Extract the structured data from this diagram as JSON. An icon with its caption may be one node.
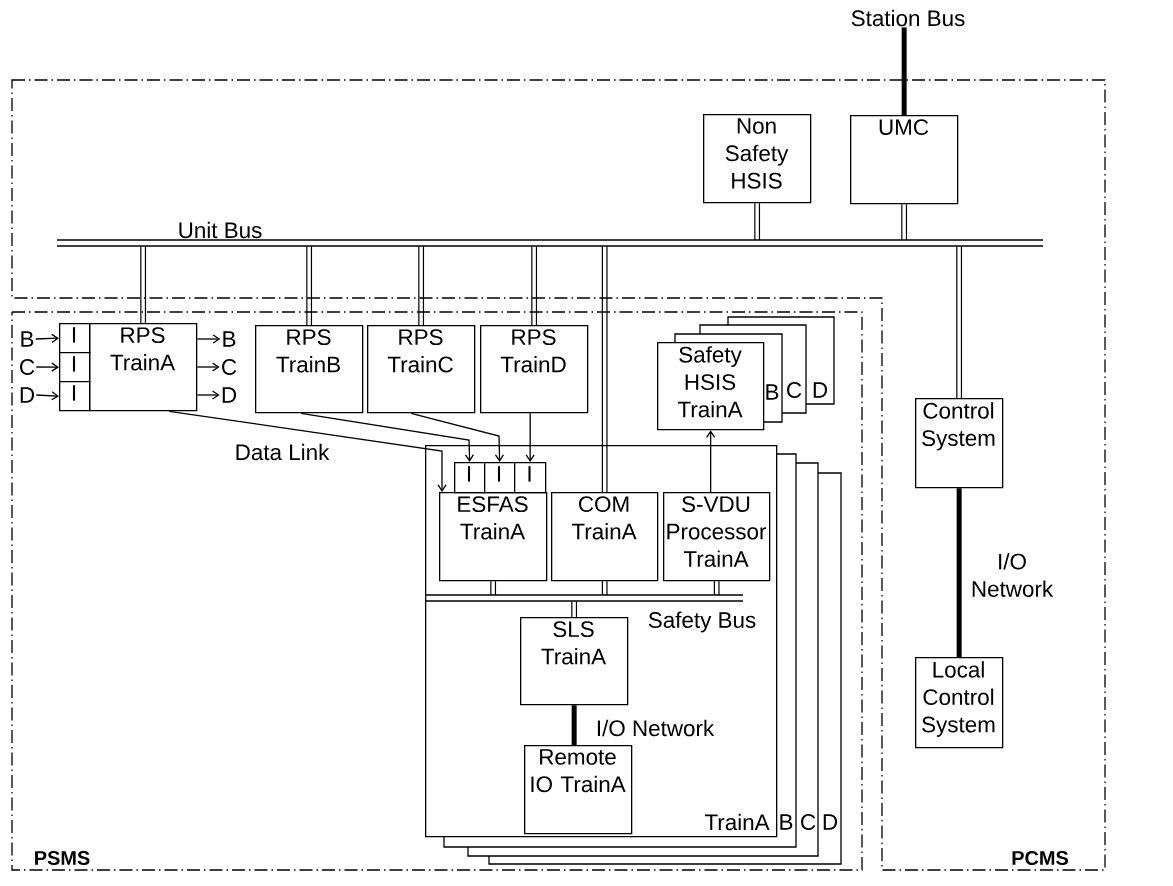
{
  "diagram": {
    "nodes": [
      {
        "text": [
          "Station Bus"
        ]
      },
      {
        "text": [
          "PCMS"
        ]
      },
      {
        "text": [
          "Non Safety HSIS"
        ],
        "in": 1
      },
      {
        "text": [
          "UMC"
        ],
        "in": 1
      },
      {
        "text": [
          "Unit Bus"
        ],
        "in": 1
      },
      {
        "text": [
          "Control System"
        ],
        "in": 1
      },
      {
        "text": [
          "Local Control System"
        ],
        "in": 1
      },
      {
        "text": [
          "PSMS"
        ]
      },
      {
        "text": [
          "RPS TrainA"
        ],
        "in": 7
      },
      {
        "text": [
          "I"
        ],
        "in": 7
      },
      {
        "text": [
          "I"
        ],
        "in": 7
      },
      {
        "text": [
          "I"
        ],
        "in": 7
      },
      {
        "text": [
          "B"
        ],
        "in": 7
      },
      {
        "text": [
          "C"
        ],
        "in": 7
      },
      {
        "text": [
          "D"
        ],
        "in": 7
      },
      {
        "text": [
          "B"
        ],
        "in": 7
      },
      {
        "text": [
          "C"
        ],
        "in": 7
      },
      {
        "text": [
          "D"
        ],
        "in": 7
      },
      {
        "text": [
          "RPS TrainB"
        ],
        "in": 7
      },
      {
        "text": [
          "RPS TrainC"
        ],
        "in": 7
      },
      {
        "text": [
          "RPS TrainD"
        ],
        "in": 7
      },
      {
        "text": [
          "Safety HSIS TrainA"
        ],
        "in": 7
      },
      {
        "text": [
          "B"
        ],
        "in": 7
      },
      {
        "text": [
          "C"
        ],
        "in": 7
      },
      {
        "text": [
          "D"
        ],
        "in": 7
      },
      {
        "text": [
          "TrainA"
        ],
        "in": 7
      },
      {
        "text": [
          "B"
        ],
        "in": 7
      },
      {
        "text": [
          "C"
        ],
        "in": 7
      },
      {
        "text": [
          "D"
        ],
        "in": 7
      },
      {
        "text": [
          "ESFAS TrainA"
        ],
        "in": 25
      },
      {
        "text": [
          "I"
        ],
        "in": 25
      },
      {
        "text": [
          "I"
        ],
        "in": 25
      },
      {
        "text": [
          "I"
        ],
        "in": 25
      },
      {
        "text": [
          "COM TrainA"
        ],
        "in": 25
      },
      {
        "text": [
          "S-VDU Processor TrainA"
        ],
        "in": 25
      },
      {
        "text": [
          "Safety Bus"
        ],
        "in": 25
      },
      {
        "text": [
          "SLS TrainA"
        ],
        "in": 25
      },
      {
        "text": [
          "Remote IO TrainA"
        ],
        "in": 25
      }
    ],
    "edges": [
      {
        "from": 0,
        "to": 3,
        "arrow": "none",
        "style": "thick"
      },
      {
        "from": 2,
        "to": 4,
        "arrow": "none"
      },
      {
        "from": 3,
        "to": 4,
        "arrow": "none"
      },
      {
        "from": 4,
        "to": 8,
        "arrow": "none"
      },
      {
        "from": 4,
        "to": 18,
        "arrow": "none"
      },
      {
        "from": 4,
        "to": 19,
        "arrow": "none"
      },
      {
        "from": 4,
        "to": 20,
        "arrow": "none"
      },
      {
        "from": 4,
        "to": 33,
        "arrow": "none"
      },
      {
        "from": 4,
        "to": 5,
        "arrow": "none"
      },
      {
        "from": 5,
        "to": 6,
        "arrow": "none",
        "style": "thick",
        "label": "I/O Network"
      },
      {
        "from": 12,
        "to": 9,
        "arrow": "to"
      },
      {
        "from": 13,
        "to": 10,
        "arrow": "to"
      },
      {
        "from": 14,
        "to": 11,
        "arrow": "to"
      },
      {
        "from": 8,
        "to": 15,
        "arrow": "to"
      },
      {
        "from": 8,
        "to": 16,
        "arrow": "to"
      },
      {
        "from": 8,
        "to": 17,
        "arrow": "to"
      },
      {
        "from": 8,
        "to": 29,
        "arrow": "to",
        "label": "Data Link"
      },
      {
        "from": 18,
        "to": 30,
        "arrow": "to"
      },
      {
        "from": 19,
        "to": 31,
        "arrow": "to"
      },
      {
        "from": 20,
        "to": 32,
        "arrow": "to"
      },
      {
        "from": 34,
        "to": 21,
        "arrow": "to"
      },
      {
        "from": 29,
        "to": 35,
        "arrow": "none"
      },
      {
        "from": 33,
        "to": 35,
        "arrow": "none"
      },
      {
        "from": 34,
        "to": 35,
        "arrow": "none"
      },
      {
        "from": 35,
        "to": 36,
        "arrow": "none"
      },
      {
        "from": 36,
        "to": 37,
        "arrow": "none",
        "style": "thick",
        "label": "I/O Network"
      }
    ]
  }
}
